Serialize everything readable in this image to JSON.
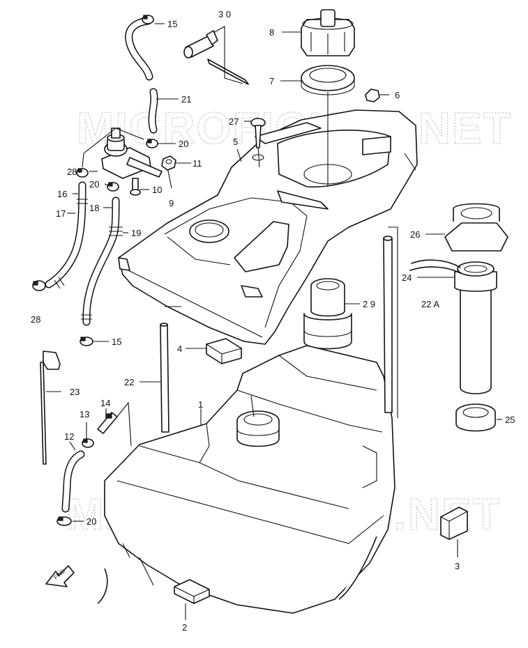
{
  "watermark": "MICROFICHES.NET",
  "fwd_label": "FWD",
  "callouts": [
    {
      "id": "c15a",
      "label": "15"
    },
    {
      "id": "c30",
      "label": "3 0"
    },
    {
      "id": "c8",
      "label": "8"
    },
    {
      "id": "c7",
      "label": "7"
    },
    {
      "id": "c6",
      "label": "6"
    },
    {
      "id": "c21",
      "label": "21"
    },
    {
      "id": "c27",
      "label": "27"
    },
    {
      "id": "c5",
      "label": "5"
    },
    {
      "id": "c20a",
      "label": "20"
    },
    {
      "id": "c28a",
      "label": "28"
    },
    {
      "id": "c11",
      "label": "11"
    },
    {
      "id": "c16",
      "label": "16"
    },
    {
      "id": "c20b",
      "label": "20"
    },
    {
      "id": "c10",
      "label": "10"
    },
    {
      "id": "c9",
      "label": "9"
    },
    {
      "id": "c17",
      "label": "17"
    },
    {
      "id": "c18",
      "label": "18"
    },
    {
      "id": "c19",
      "label": "19"
    },
    {
      "id": "c26",
      "label": "26"
    },
    {
      "id": "c24",
      "label": "24"
    },
    {
      "id": "c29",
      "label": "2 9"
    },
    {
      "id": "c22a",
      "label": "22 A"
    },
    {
      "id": "c28b",
      "label": "28"
    },
    {
      "id": "c15b",
      "label": "15"
    },
    {
      "id": "c4",
      "label": "4"
    },
    {
      "id": "c23",
      "label": "23"
    },
    {
      "id": "c22",
      "label": "22"
    },
    {
      "id": "c1",
      "label": "1"
    },
    {
      "id": "c14",
      "label": "14"
    },
    {
      "id": "c13",
      "label": "13"
    },
    {
      "id": "c12",
      "label": "12"
    },
    {
      "id": "c25",
      "label": "25"
    },
    {
      "id": "c20c",
      "label": "20"
    },
    {
      "id": "c3",
      "label": "3"
    },
    {
      "id": "c2",
      "label": "2"
    }
  ]
}
